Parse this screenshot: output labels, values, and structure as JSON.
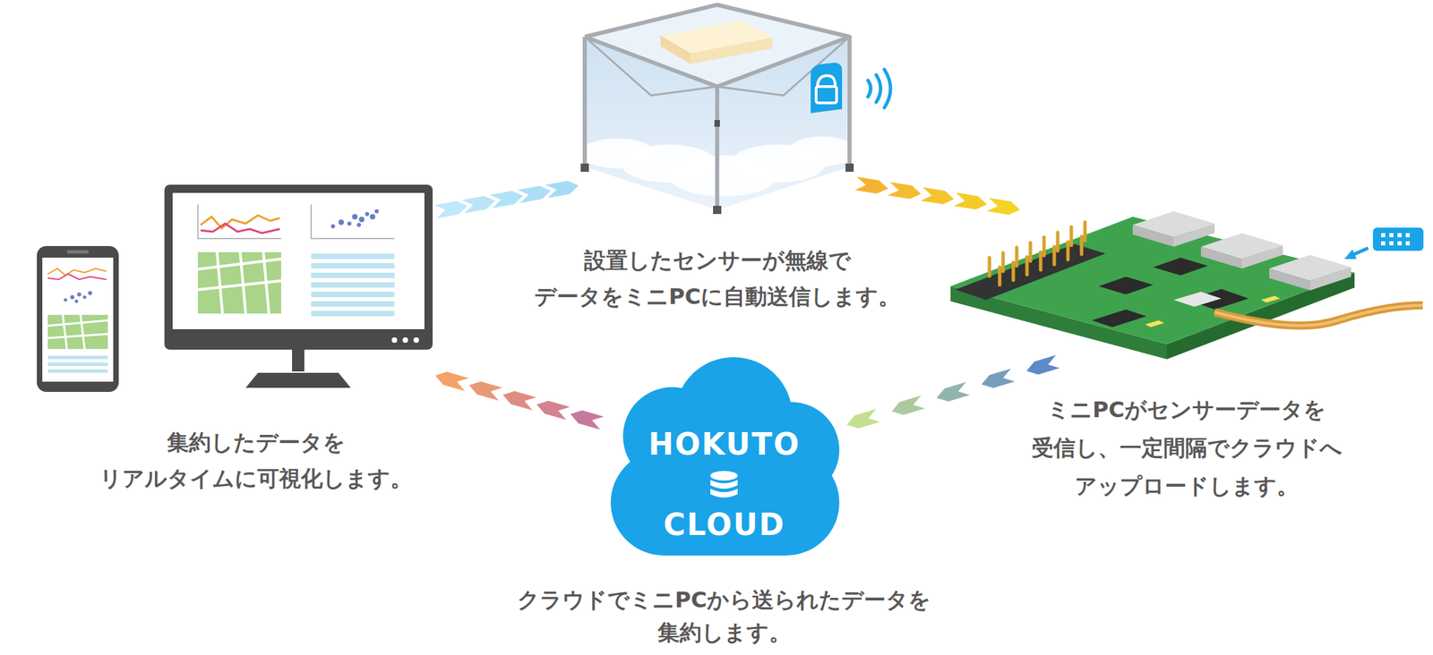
{
  "diagram": {
    "nodes": [
      {
        "text": [
          "設置したセンサーが無線で データをミニPCに自動送信します。"
        ]
      },
      {
        "text": [
          "集約したデータを リアルタイムに可視化します。"
        ]
      },
      {
        "text": [
          "ミニPCがセンサーデータを 受信し、一定間隔でクラウドへ アップロードします。"
        ]
      },
      {
        "text": [
          "HOKUTO",
          "CLOUD",
          "クラウドでミニPCから送られたデータを 集約します。"
        ]
      }
    ],
    "edges": [
      {
        "from": 0,
        "to": 2,
        "arrow": "to"
      },
      {
        "from": 2,
        "to": 3,
        "arrow": "to"
      },
      {
        "from": 3,
        "to": 1,
        "arrow": "to"
      },
      {
        "from": 1,
        "to": 0,
        "arrow": "to"
      }
    ]
  }
}
